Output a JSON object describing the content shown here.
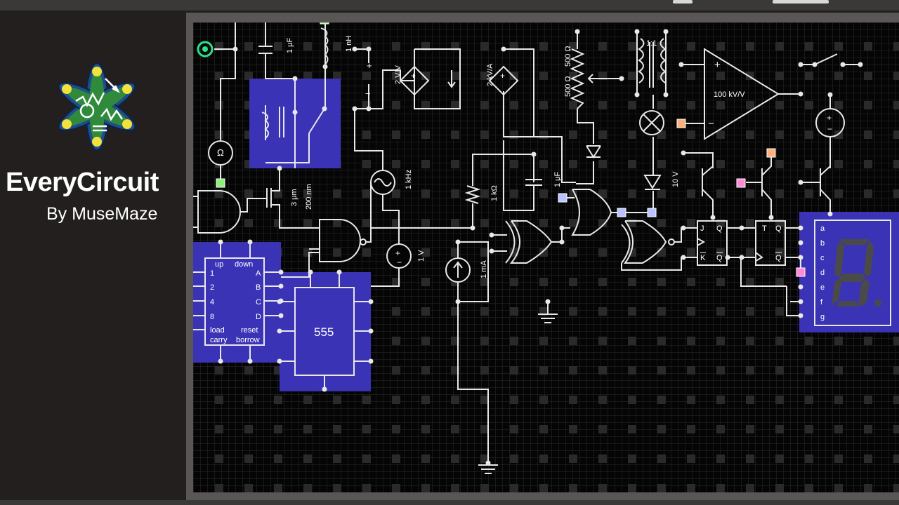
{
  "app": {
    "name": "EveryCircuit",
    "by": "By MuseMaze"
  },
  "colors": {
    "background": "#231f1e",
    "board": "#050505",
    "grid_line": "#2c2c2c",
    "wire": "#e8e8e8",
    "component_block": "#3b33b5",
    "probe_green": "#2ee089",
    "node_blue": "#b8c4ff",
    "node_orange": "#ffb07a",
    "node_pink": "#ff8ad6",
    "display_segment": "#4a4a4a"
  },
  "components": {
    "capacitor_value": "1 μF",
    "inductor_value": "1 nH",
    "mosfet_w": "3 μm",
    "mosfet_l": "200 nm",
    "vcvs_gain": "2 V/V",
    "ccvs_gain": "2 kV/A",
    "pot_top": "500 Ω",
    "pot_bottom": "500 Ω",
    "transformer_ratio": "1:1",
    "opamp_gain": "100 kV/V",
    "ac_freq": "1 kHz",
    "resistor_value": "1 kΩ",
    "cap2_value": "1 μF",
    "dc_source": "1 V",
    "current_source": "1 mA",
    "zener_value": "10 V",
    "timer_label": "555",
    "counter": {
      "up": "up",
      "down": "down",
      "in_1": "1",
      "in_2": "2",
      "in_4": "4",
      "in_8": "8",
      "load": "load",
      "carry": "carry",
      "out_a": "A",
      "out_b": "B",
      "out_c": "C",
      "out_d": "D",
      "reset": "reset",
      "borrow": "borrow"
    },
    "jk_ff": {
      "j": "J",
      "q": "Q",
      "k": "K",
      "qbar": "Q"
    },
    "t_ff": {
      "t": "T",
      "q": "Q",
      "qbar": "Q"
    },
    "display": {
      "digit": "8.",
      "a": "a",
      "b": "b",
      "c": "c",
      "d": "d",
      "e": "e",
      "f": "f",
      "g": "g"
    },
    "ohmmeter": "Ω",
    "plus": "+",
    "minus": "−"
  }
}
